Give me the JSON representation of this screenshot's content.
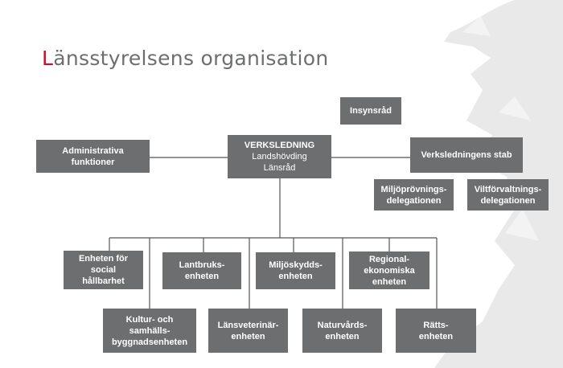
{
  "title": {
    "first_letter": "L",
    "rest": "änsstyrelsens organisation"
  },
  "colors": {
    "box": "#6d6e70",
    "accent": "#c8102e",
    "title": "#6d6e70",
    "line": "#555555",
    "watermark": "#e6e6e6"
  },
  "top": {
    "insynsrad": {
      "lines": [
        "Insynsråd"
      ]
    },
    "ledning": {
      "lines": [
        "VERKSLEDNING",
        "Landshövding",
        "Länsråd"
      ]
    },
    "admin": {
      "lines": [
        "Administrativa",
        "funktioner"
      ]
    },
    "stab": {
      "lines": [
        "Verksledningens stab"
      ]
    },
    "miljo_del": {
      "lines": [
        "Miljöprövnings-",
        "delegationen"
      ]
    },
    "vilt_del": {
      "lines": [
        "Viltförvaltnings-",
        "delegationen"
      ]
    }
  },
  "units": [
    {
      "lines": [
        "Enheten för",
        "social",
        "hållbarhet"
      ]
    },
    {
      "lines": [
        "Kultur- och",
        "samhälls-",
        "byggnadsenheten"
      ]
    },
    {
      "lines": [
        "Lantbruks-",
        "enheten"
      ]
    },
    {
      "lines": [
        "Länsveterinär-",
        "enheten"
      ]
    },
    {
      "lines": [
        "Miljöskydds-",
        "enheten"
      ]
    },
    {
      "lines": [
        "Naturvårds-",
        "enheten"
      ]
    },
    {
      "lines": [
        "Regional-",
        "ekonomiska",
        "enheten"
      ]
    },
    {
      "lines": [
        "Rätts-",
        "enheten"
      ]
    }
  ]
}
